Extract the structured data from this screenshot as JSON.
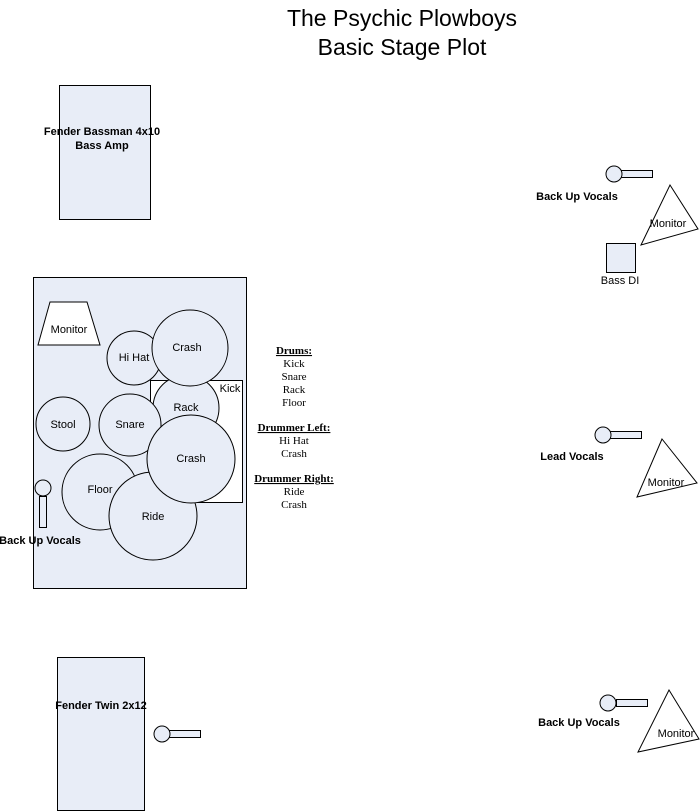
{
  "title": {
    "line1": "The Psychic Plowboys",
    "line2": "Basic Stage Plot"
  },
  "bass_amp": {
    "line1": "Fender Bassman 4x10",
    "line2": "Bass Amp"
  },
  "guitar_amp": {
    "label": "Fender Twin 2x12"
  },
  "drum_kit": {
    "monitor": "Monitor",
    "stool": "Stool",
    "hihat": "Hi Hat",
    "crash_top": "Crash",
    "kick": "Kick",
    "rack": "Rack",
    "snare": "Snare",
    "crash_mid": "Crash",
    "floor": "Floor",
    "ride": "Ride",
    "vocal_label": "Back Up Vocals"
  },
  "legend": {
    "drums_heading": "Drums:",
    "drums_items": [
      "Kick",
      "Snare",
      "Rack",
      "Floor"
    ],
    "left_heading": "Drummer Left:",
    "left_items": [
      "Hi Hat",
      "Crash"
    ],
    "right_heading": "Drummer Right:",
    "right_items": [
      "Ride",
      "Crash"
    ]
  },
  "right_top": {
    "vocal": "Back Up Vocals",
    "monitor": "Monitor",
    "di": "Bass DI"
  },
  "right_mid": {
    "vocal": "Lead Vocals",
    "monitor": "Monitor"
  },
  "right_bottom": {
    "vocal": "Back Up Vocals",
    "monitor": "Monitor"
  }
}
